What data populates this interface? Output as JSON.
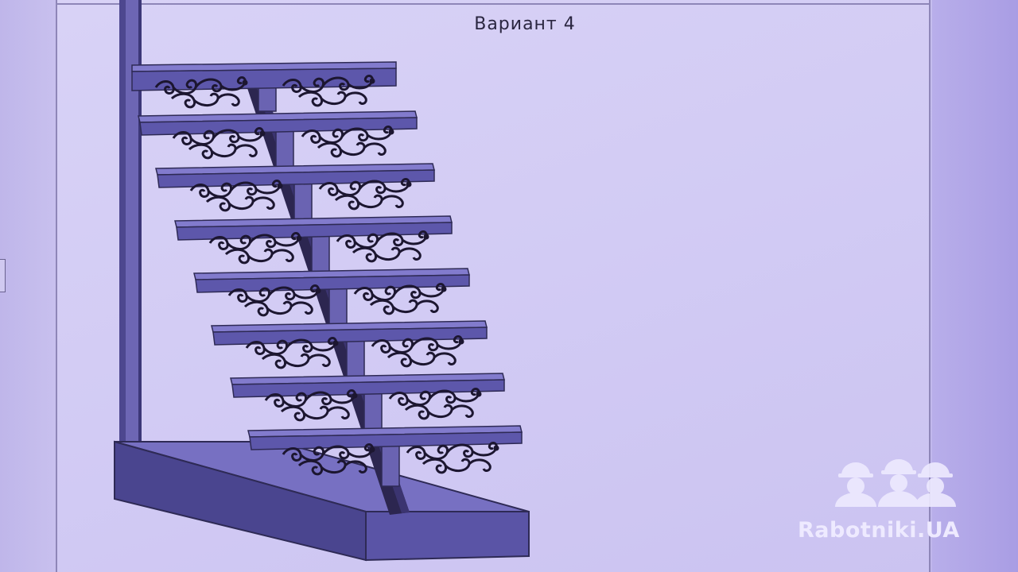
{
  "document": {
    "title": "Вариант 4"
  },
  "model": {
    "subject": "staircase-3d-model",
    "step_count": 8,
    "colors": {
      "tread_top": "#6f68b8",
      "tread_front": "#4b4694",
      "base_top": "#7770c2",
      "base_front": "#4a458f",
      "ornament": "#1c1630"
    }
  },
  "watermark": {
    "text": "Rabotniki.UA",
    "icon": "workers-helmet-icon"
  }
}
